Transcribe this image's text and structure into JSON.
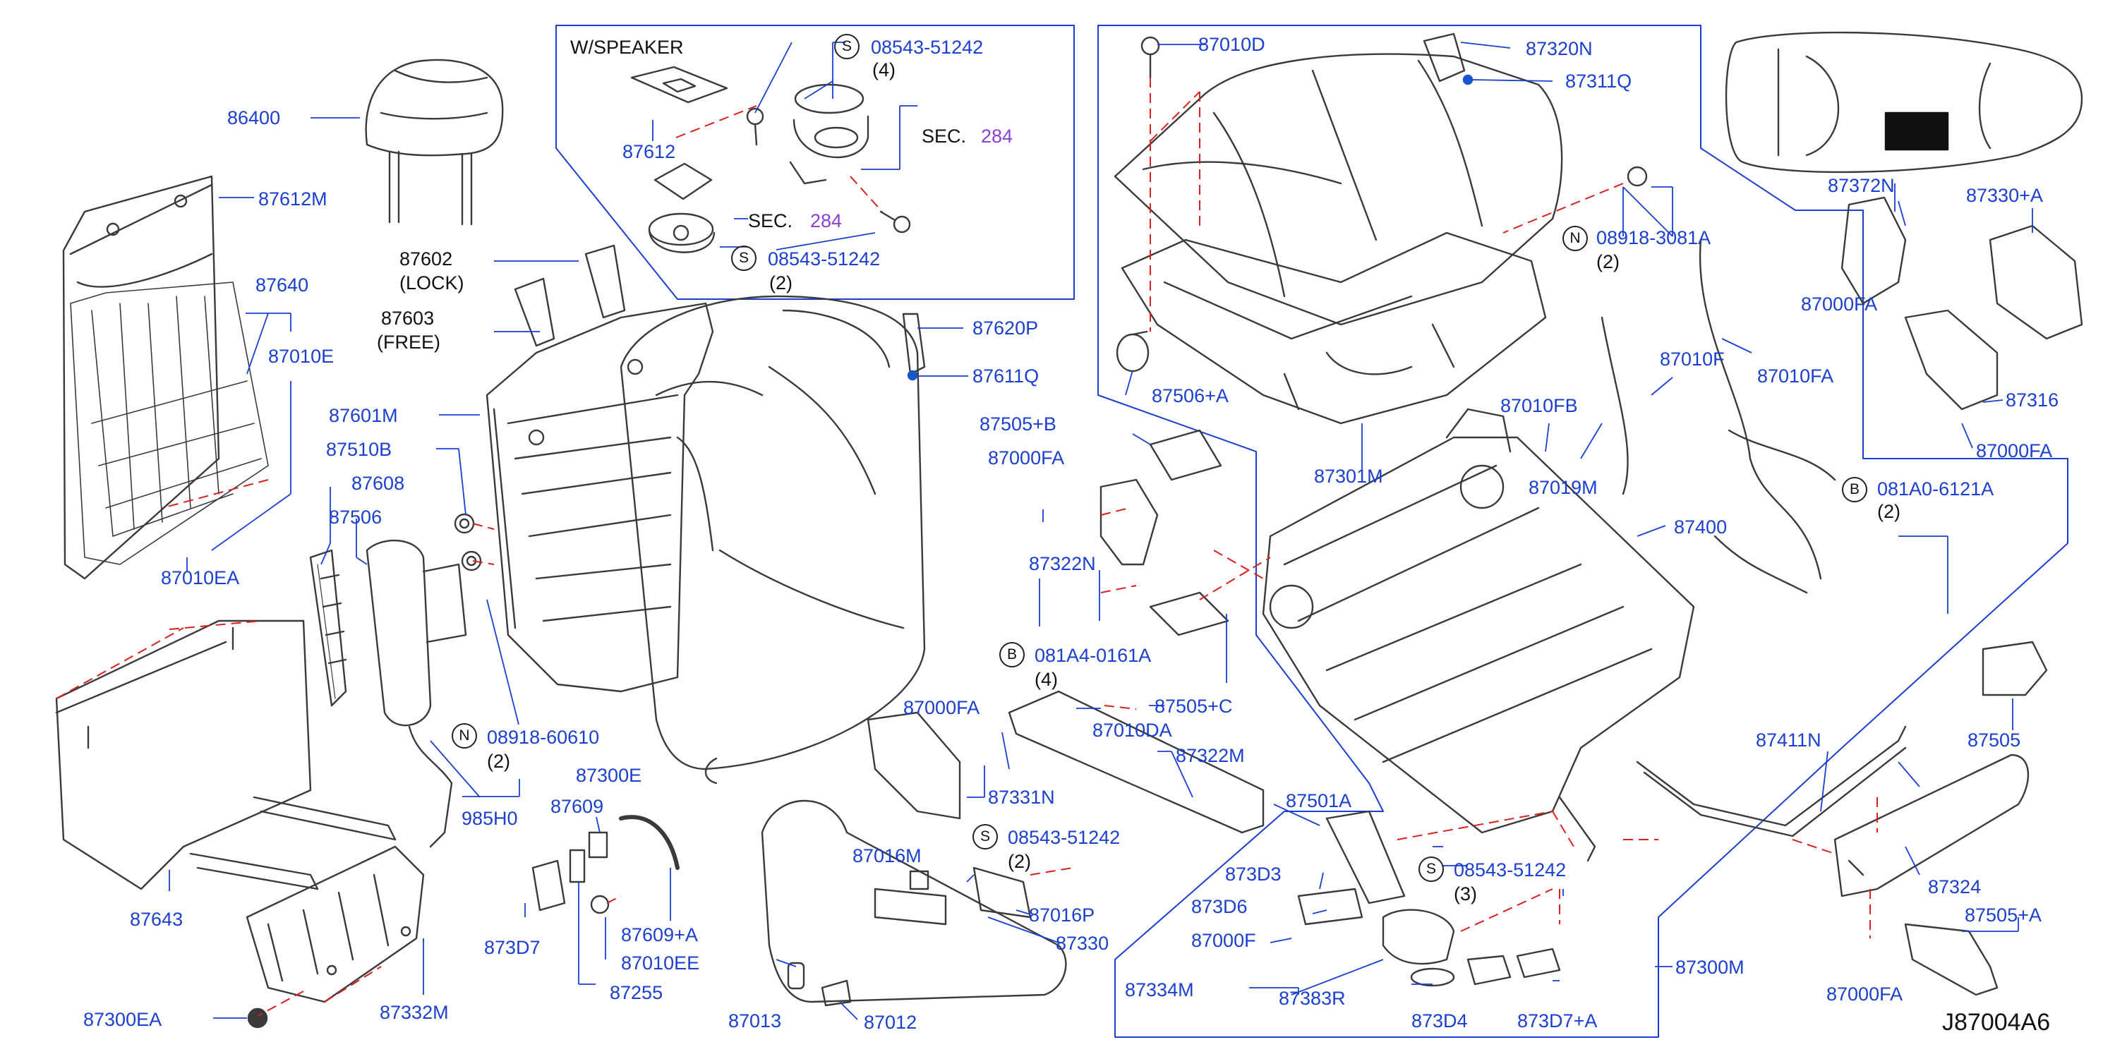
{
  "diagram_code": "J87004A6",
  "labels": {
    "p86400": "86400",
    "p87612M": "87612M",
    "p87640": "87640",
    "p87010E": "87010E",
    "p87602": "87602",
    "lock": "(LOCK)",
    "p87603": "87603",
    "free": "(FREE)",
    "p87601M": "87601M",
    "p87510B": "87510B",
    "p87608": "87608",
    "p87506": "87506",
    "p87010EA": "87010EA",
    "p08918_60610": "08918-60610",
    "qty_n1": "(2)",
    "p87300E": "87300E",
    "p985H0": "985H0",
    "p87643": "87643",
    "p87609": "87609",
    "p873D7": "873D7",
    "p87609A": "87609+A",
    "p87010EE": "87010EE",
    "p87255": "87255",
    "p87300EA": "87300EA",
    "p87332M": "87332M",
    "wspeaker": "W/SPEAKER",
    "p08543_a": "08543-51242",
    "qty_s1": "(4)",
    "p87612": "87612",
    "sec1": "SEC.",
    "sec1_num": "284",
    "sec2": "SEC.",
    "sec2_num": "284",
    "p08543_b": "08543-51242",
    "qty_s2": "(2)",
    "p87620P": "87620P",
    "p87611Q": "87611Q",
    "p87505B": "87505+B",
    "p87000FA_a": "87000FA",
    "p87322N": "87322N",
    "p081A4": "081A4-0161A",
    "qty_b1": "(4)",
    "p87010DA": "87010DA",
    "p87505C": "87505+C",
    "p87322M": "87322M",
    "p87000FA_b": "87000FA",
    "p87331N": "87331N",
    "p08543_c": "08543-51242",
    "qty_s3": "(2)",
    "p87016M": "87016M",
    "p87016P": "87016P",
    "p87330": "87330",
    "p87013": "87013",
    "p87012": "87012",
    "p87010D": "87010D",
    "p87320N": "87320N",
    "p87311Q": "87311Q",
    "p08918_3081A": "08918-3081A",
    "qty_n2": "(2)",
    "p87506A": "87506+A",
    "p87301M": "87301M",
    "p87010F": "87010F",
    "p87010FA_a": "87010FA",
    "p87010FB": "87010FB",
    "p87019M": "87019M",
    "p87400": "87400",
    "p081A0": "081A0-6121A",
    "qty_b2": "(2)",
    "p87411N": "87411N",
    "p87501A": "87501A",
    "p873D3": "873D3",
    "p08543_d": "08543-51242",
    "qty_s4": "(3)",
    "p873D6": "873D6",
    "p87000F": "87000F",
    "p87334M": "87334M",
    "p87383R": "87383R",
    "p873D4": "873D4",
    "p873D7A": "873D7+A",
    "p87300M": "87300M",
    "p87372N": "87372N",
    "p87330A": "87330+A",
    "p87000FA_c": "87000FA",
    "p87316": "87316",
    "p87000FA_d": "87000FA",
    "p87505": "87505",
    "p87324": "87324",
    "p87505A": "87505+A",
    "p87000FA_e": "87000FA"
  },
  "callout_letters": {
    "s": "S",
    "n": "N",
    "b": "B"
  },
  "colors": {
    "label": "#1b3fd0",
    "leader": "#1b3fd0",
    "part_line": "#3a3a3a",
    "dashed": "#d9201c",
    "accent_dot": "#1b56c9",
    "sec_ref": "#8a3fd6"
  }
}
